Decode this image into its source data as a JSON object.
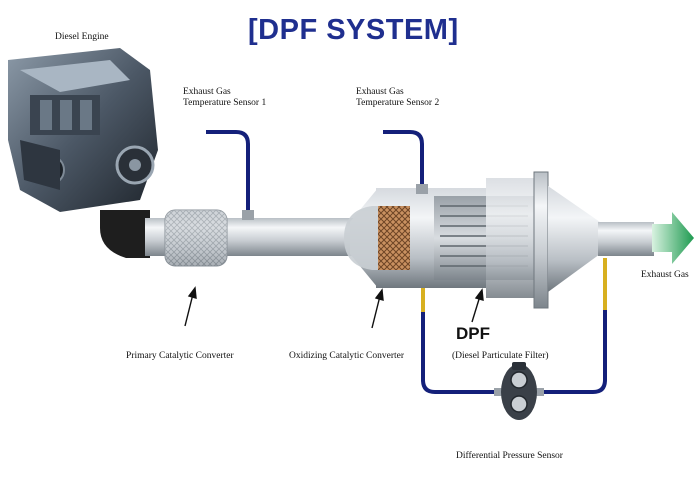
{
  "title": "[DPF SYSTEM]",
  "labels": {
    "engine": "Diesel Engine",
    "sensor1_line1": "Exhaust Gas",
    "sensor1_line2": "Temperature Sensor 1",
    "sensor2_line1": "Exhaust Gas",
    "sensor2_line2": "Temperature Sensor 2",
    "exhaust_gas": "Exhaust Gas",
    "primary_cat": "Primary Catalytic Converter",
    "oxidizing_cat": "Oxidizing Catalytic Converter",
    "dpf_short": "DPF",
    "dpf_long": "(Diesel Particulate Filter)",
    "pressure_sensor": "Differential Pressure Sensor"
  },
  "colors": {
    "title": "#1f2f8f",
    "hose": "#14207a",
    "arrow": "#2aa85a",
    "metal_light": "#e8ebee",
    "metal_dark": "#7d858c",
    "mesh": "#b07a4a",
    "sensor_tube": "#d8b020"
  }
}
